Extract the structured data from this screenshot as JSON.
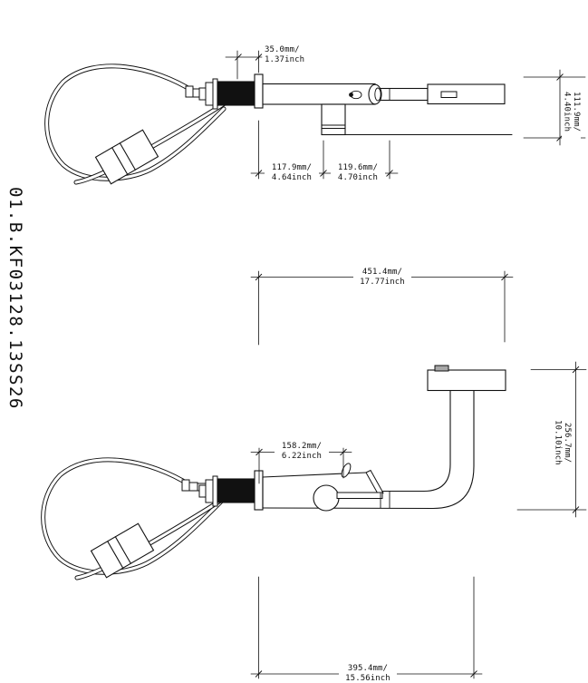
{
  "drawing": {
    "part_number": "01.B.KF03128.13SS26",
    "colors": {
      "line": "#111111",
      "collar_fill": "#111111",
      "button_fill": "#a8a8a8",
      "background": "#ffffff"
    },
    "dimensions": {
      "top_collar_width": {
        "mm": "35.0mm/",
        "inch": "1.37inch"
      },
      "top_length_left": {
        "mm": "117.9mm/",
        "inch": "4.64inch"
      },
      "top_length_right": {
        "mm": "119.6mm/",
        "inch": "4.70inch"
      },
      "top_height": {
        "mm": "111.9mm/",
        "inch": "4.40inch"
      },
      "side_overall_length": {
        "mm": "451.4mm/",
        "inch": "17.77inch"
      },
      "side_body_length": {
        "mm": "158.2mm/",
        "inch": "6.22inch"
      },
      "side_height": {
        "mm": "256.7mm/",
        "inch": "10.10inch"
      },
      "side_lower_length": {
        "mm": "395.4mm/",
        "inch": "15.56inch"
      }
    }
  }
}
